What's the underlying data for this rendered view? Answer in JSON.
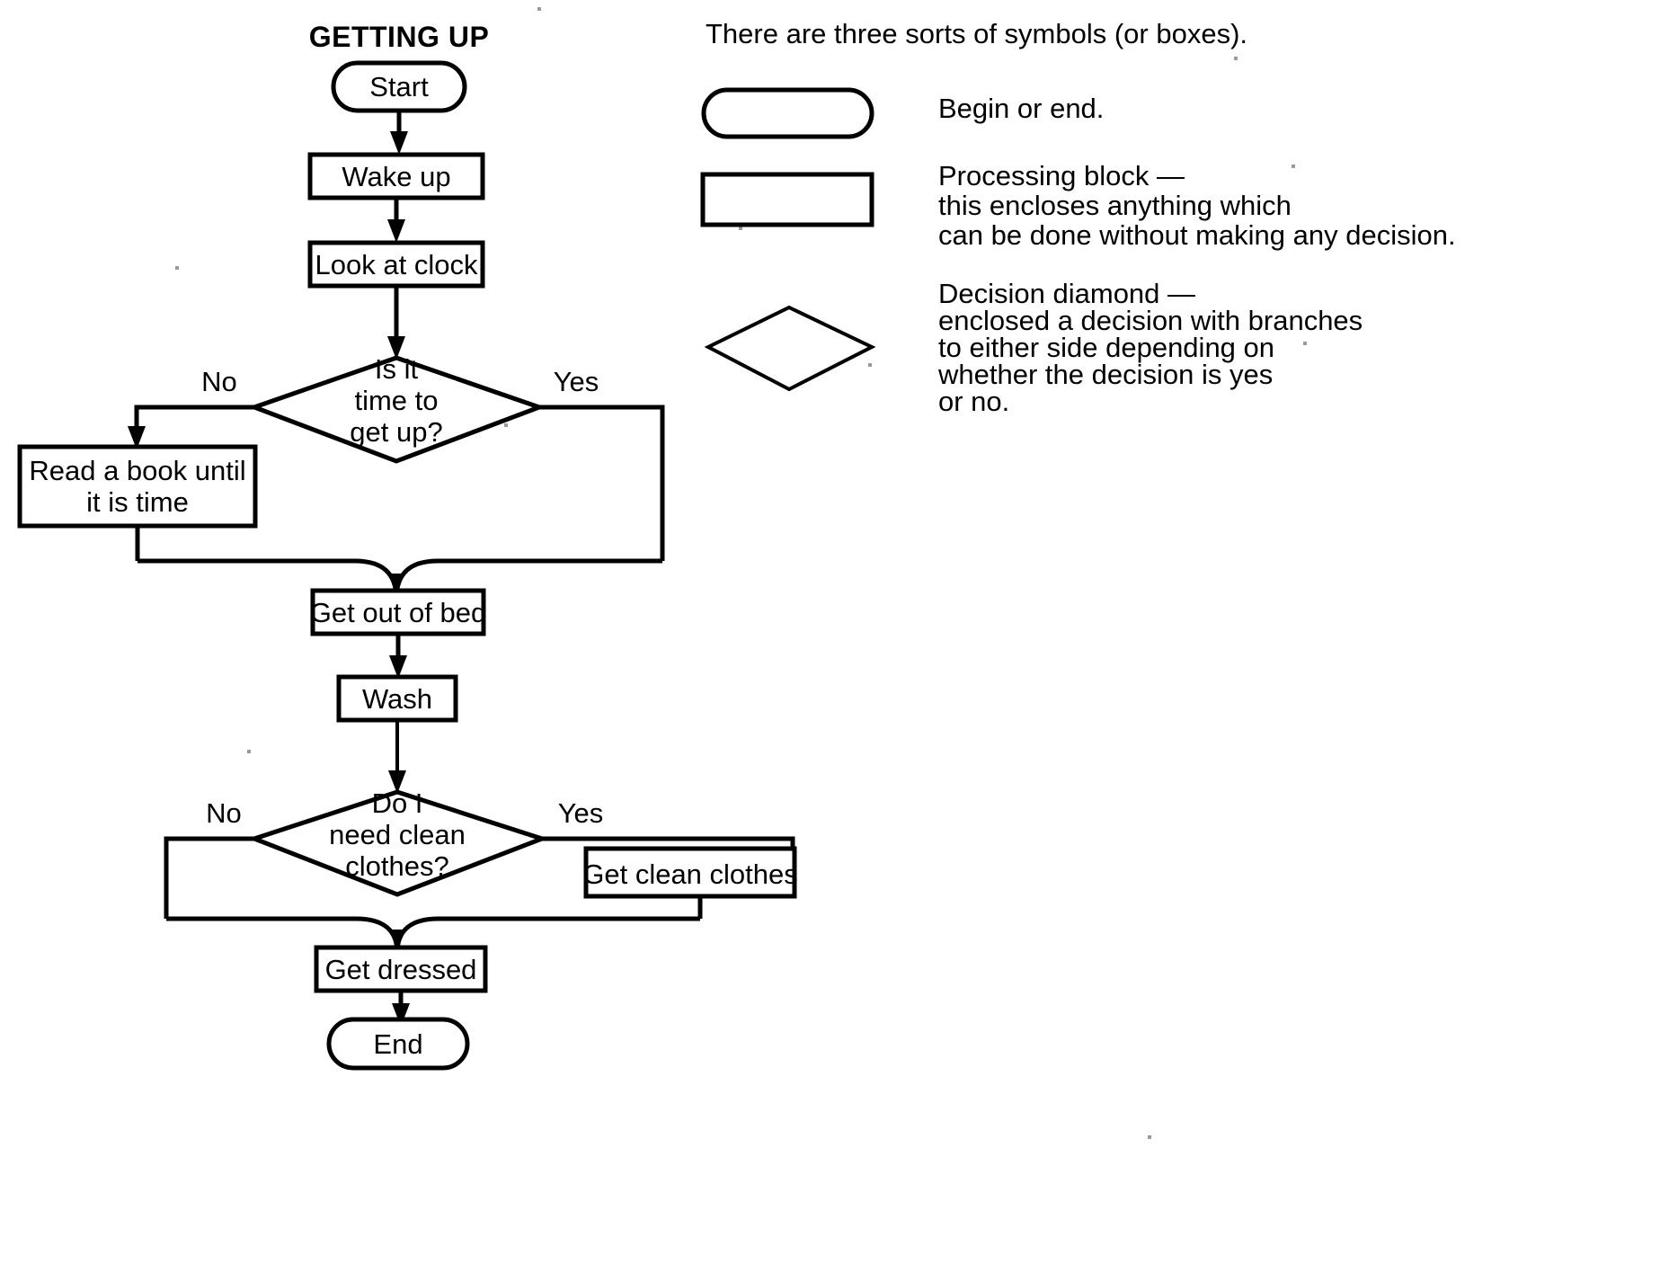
{
  "chart_title": "GETTING UP",
  "flowchart": {
    "nodes": [
      {
        "id": "start",
        "type": "terminator",
        "label": "Start"
      },
      {
        "id": "wake",
        "type": "process",
        "label": "Wake up"
      },
      {
        "id": "clock",
        "type": "process",
        "label": "Look at clock"
      },
      {
        "id": "d1",
        "type": "decision",
        "label_lines": [
          "Is it",
          "time to",
          "get up?"
        ]
      },
      {
        "id": "read",
        "type": "process",
        "label_lines": [
          "Read a book until",
          "it is time"
        ]
      },
      {
        "id": "getout",
        "type": "process",
        "label": "Get out of bed"
      },
      {
        "id": "wash",
        "type": "process",
        "label": "Wash"
      },
      {
        "id": "d2",
        "type": "decision",
        "label_lines": [
          "Do I",
          "need clean",
          "clothes?"
        ]
      },
      {
        "id": "clothes",
        "type": "process",
        "label": "Get clean clothes"
      },
      {
        "id": "dressed",
        "type": "process",
        "label": "Get dressed"
      },
      {
        "id": "end",
        "type": "terminator",
        "label": "End"
      }
    ],
    "branch_labels": {
      "d1_no": "No",
      "d1_yes": "Yes",
      "d2_no": "No",
      "d2_yes": "Yes"
    }
  },
  "legend": {
    "intro": "There are three sorts of symbols (or boxes).",
    "items": [
      {
        "symbol": "terminator",
        "lines": [
          "Begin or end."
        ]
      },
      {
        "symbol": "process",
        "lines": [
          "Processing block —",
          "this encloses anything which",
          "can be done without making any decision."
        ]
      },
      {
        "symbol": "decision",
        "lines": [
          "Decision diamond —",
          "enclosed a decision with branches",
          "to either side depending on",
          "whether the decision is yes",
          "or no."
        ]
      }
    ]
  }
}
